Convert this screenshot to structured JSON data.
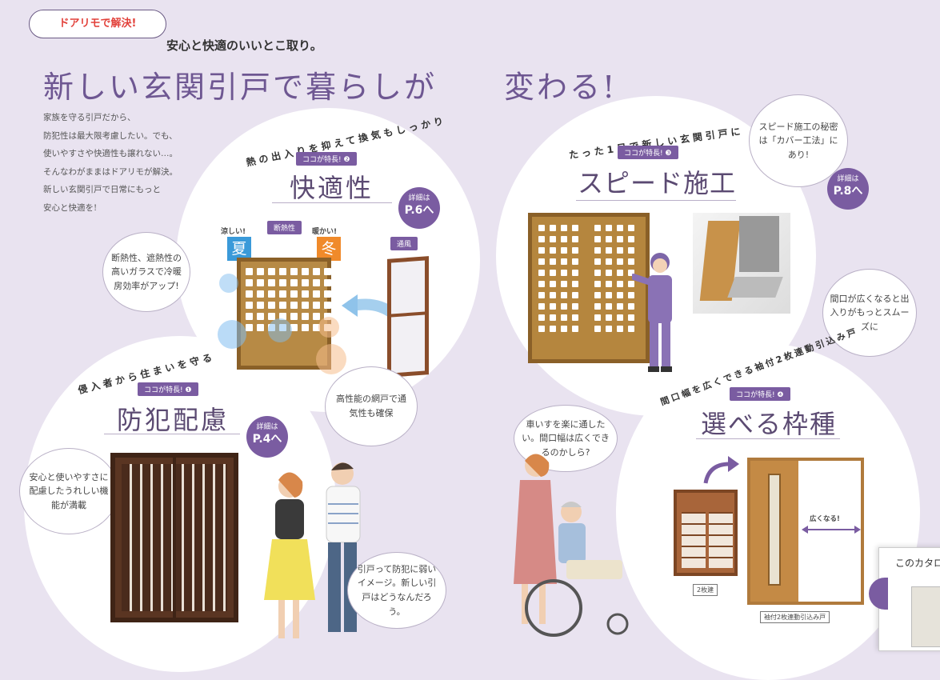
{
  "header": {
    "badge": "ドアリモで解決!",
    "tagline": "安心と快適のいいとこ取り。",
    "title_part1": "新しい玄関引戸で暮らしが",
    "title_part2": "変わる!"
  },
  "intro_lines": [
    "家族を守る引戸だから、",
    "防犯性は最大限考慮したい。でも、",
    "使いやすさや快適性も譲れない…。",
    "そんなわがままはドアリモが解決。",
    "新しい玄関引戸で日常にもっと",
    "安心と快適を!"
  ],
  "comfort": {
    "arc_text": "熱の出入りを抑えて換気もしっかり",
    "feature_tag": "ココが特長! ❷",
    "heading": "快適性",
    "detail_label": "詳細は",
    "detail_page": "P.6へ",
    "bubble": "断熱性、遮熱性の高いガラスで冷暖房効率がアップ!",
    "cool_label": "涼しい!",
    "summer": "夏",
    "insulation": "断熱性",
    "warm_label": "暖かい!",
    "winter": "冬",
    "ventilation": "通風",
    "screen_bubble": "高性能の網戸で通気性も確保"
  },
  "speed": {
    "arc_text": "たった1日で新しい玄関引戸に",
    "feature_tag": "ココが特長! ❸",
    "heading": "スピード施工",
    "bubble": "スピード施工の秘密は「カバー工法」にあり!",
    "detail_label": "詳細は",
    "detail_page": "P.8へ"
  },
  "security": {
    "arc_text": "侵入者から住まいを守る",
    "feature_tag": "ココが特長! ❶",
    "heading": "防犯配慮",
    "detail_label": "詳細は",
    "detail_page": "P.4へ",
    "bubble": "安心と使いやすさに配慮したうれしい機能が満載",
    "person_bubble": "引戸って防犯に弱いイメージ。新しい引戸はどうなんだろう。"
  },
  "frame": {
    "arc_text": "間口幅を広くできる袖付2枚連動引込み戸",
    "feature_tag": "ココが特長! ❹",
    "heading": "選べる枠種",
    "bubble": "間口が広くなると出入りがもっとスムーズに",
    "wheelchair_bubble": "車いすを楽に通したい。間口幅は広くできるのかしら?",
    "wider_label": "広くなる!",
    "caption_two": "2枚建",
    "caption_sleeve": "袖付2枚連動引込み戸"
  },
  "catalog_tab": "このカタロ"
}
